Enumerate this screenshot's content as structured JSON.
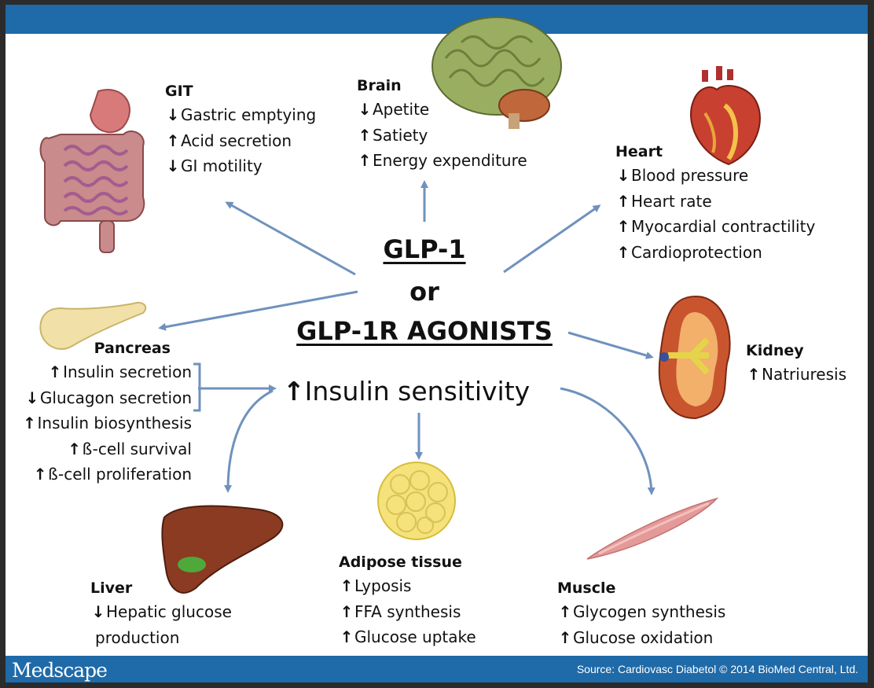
{
  "center": {
    "line1": "GLP-1",
    "line2": "or",
    "line3": "GLP-1R AGONISTS",
    "insulin_sensitivity": "Insulin sensitivity",
    "insulin_sensitivity_arrow": "↑"
  },
  "git": {
    "title": "GIT",
    "items": [
      {
        "arrow": "↓",
        "text": "Gastric emptying"
      },
      {
        "arrow": "↑",
        "text": "Acid secretion"
      },
      {
        "arrow": "↓",
        "text": "GI motility"
      }
    ]
  },
  "brain": {
    "title": "Brain",
    "items": [
      {
        "arrow": "↓",
        "text": "Apetite"
      },
      {
        "arrow": "↑",
        "text": "Satiety"
      },
      {
        "arrow": "↑",
        "text": "Energy expenditure"
      }
    ]
  },
  "heart": {
    "title": "Heart",
    "items": [
      {
        "arrow": "↓",
        "text": "Blood pressure"
      },
      {
        "arrow": "↑",
        "text": "Heart rate"
      },
      {
        "arrow": "↑",
        "text": "Myocardial contractility"
      },
      {
        "arrow": "↑",
        "text": "Cardioprotection"
      }
    ]
  },
  "kidney": {
    "title": "Kidney",
    "items": [
      {
        "arrow": "↑",
        "text": "Natriuresis"
      }
    ]
  },
  "pancreas": {
    "title": "Pancreas",
    "items": [
      {
        "arrow": "↑",
        "text": "Insulin secretion"
      },
      {
        "arrow": "↓",
        "text": "Glucagon secretion"
      },
      {
        "arrow": "↑",
        "text": "Insulin biosynthesis"
      },
      {
        "arrow": "↑",
        "text": "ß-cell survival"
      },
      {
        "arrow": "↑",
        "text": "ß-cell proliferation"
      }
    ]
  },
  "liver": {
    "title": "Liver",
    "items": [
      {
        "arrow": "↓",
        "text": "Hepatic glucose"
      },
      {
        "arrow": "",
        "text": "production"
      }
    ]
  },
  "adipose": {
    "title": "Adipose tissue",
    "items": [
      {
        "arrow": "↑",
        "text": "Lyposis"
      },
      {
        "arrow": "↑",
        "text": "FFA synthesis"
      },
      {
        "arrow": "↑",
        "text": "Glucose uptake"
      }
    ]
  },
  "muscle": {
    "title": "Muscle",
    "items": [
      {
        "arrow": "↑",
        "text": "Glycogen synthesis"
      },
      {
        "arrow": "↑",
        "text": "Glucose oxidation"
      }
    ]
  },
  "footer": {
    "brand": "Medscape",
    "source": "Source: Cardiovasc Diabetol © 2014 BioMed Central, Ltd."
  },
  "colors": {
    "bar": "#1f6aa8",
    "arrow": "#6f92bd",
    "background": "#ffffff"
  }
}
